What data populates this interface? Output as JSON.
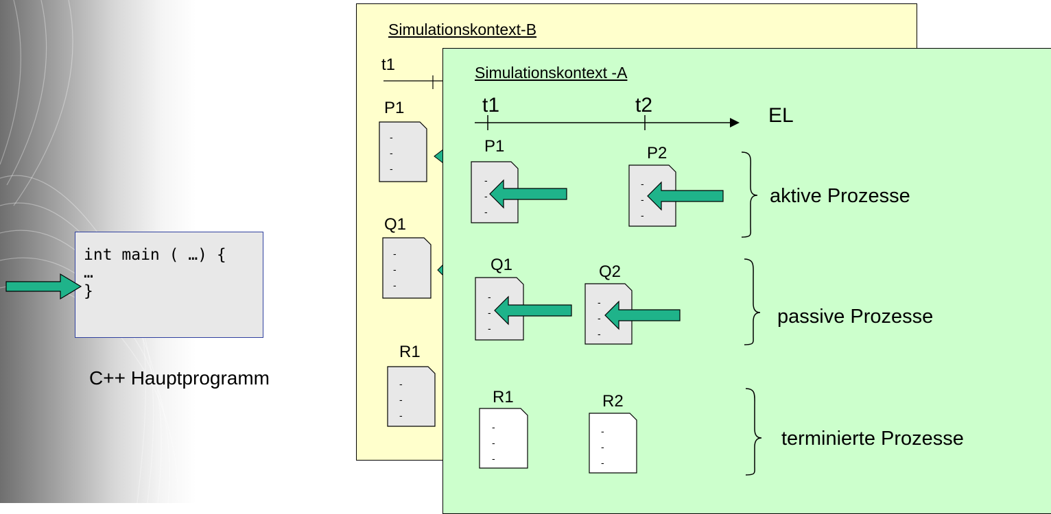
{
  "context_b": {
    "title": "Simulationskontext-B",
    "time_label": "t1",
    "processes": [
      "P1",
      "Q1",
      "R1"
    ]
  },
  "context_a": {
    "title": "Simulationskontext -A",
    "time_labels": [
      "t1",
      "t2"
    ],
    "event_list_label": "EL",
    "processes": {
      "active": [
        "P1",
        "P2"
      ],
      "passive": [
        "Q1",
        "Q2"
      ],
      "terminated": [
        "R1",
        "R2"
      ]
    },
    "groups": {
      "active": "aktive Prozesse",
      "passive": "passive Prozesse",
      "terminated": "terminierte Prozesse"
    }
  },
  "main_program": {
    "code_lines": [
      "int main ( …) {",
      "…",
      "}"
    ],
    "caption": "C++ Hauptprogramm"
  },
  "colors": {
    "context_b_bg": "#ffffcc",
    "context_a_bg": "#ccffcc",
    "arrow_fill": "#1fb38a",
    "doc_fill": "#e8e8e8",
    "code_border": "#2e3f9e"
  }
}
